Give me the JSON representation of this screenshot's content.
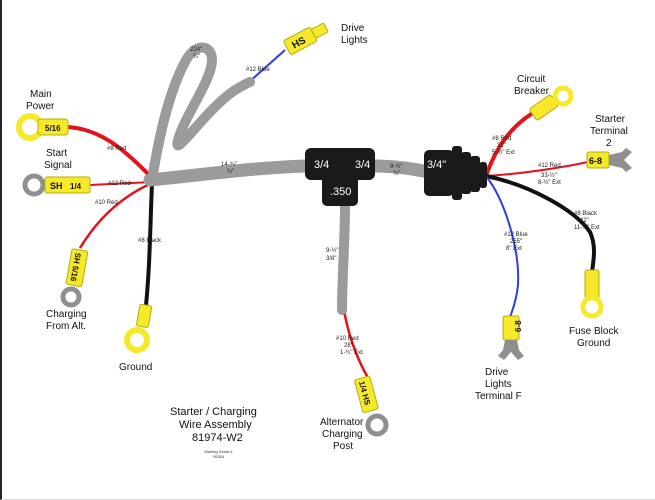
{
  "colors": {
    "sheath": "#9b9b9b",
    "red_wire": "#e3121b",
    "black_wire": "#111111",
    "blue_wire": "#2d3de0",
    "terminal_yellow": "#f5e92a",
    "ring_gray": "#8f8f8f",
    "connector": "#1a1a1a"
  },
  "title": {
    "line1": "Starter / Charging",
    "line2": "Wire Assembly",
    "line3": "81974-W2",
    "serial": "Starting Serial #",
    "serial_no": "06316"
  },
  "labels": {
    "drive_lights_1": "Drive",
    "drive_lights_2": "Lights",
    "main_power_1": "Main",
    "main_power_2": "Power",
    "start_signal_1": "Start",
    "start_signal_2": "Signal",
    "charging_1": "Charging",
    "charging_2": "From Alt.",
    "ground": "Ground",
    "alternator_1": "Alternator",
    "alternator_2": "Charging",
    "alternator_3": "Post",
    "circuit_breaker_1": "Circuit",
    "circuit_breaker_2": "Breaker",
    "starter_terminal_1": "Starter",
    "starter_terminal_2": "Terminal",
    "starter_terminal_3": "2",
    "fuse_block_1": "Fuse Block",
    "fuse_block_2": "Ground",
    "drive_lights_f_1": "Drive",
    "drive_lights_f_2": "Lights",
    "drive_lights_f_3": "Terminal F"
  },
  "tags": {
    "hs": "HS",
    "ring_516": "5/16",
    "ring_14": "1/4",
    "sh": "SH",
    "sh_516": "SH 5/16",
    "hs_14": "1/4 HS",
    "fork_68": "6-8",
    "fork_68b": "6-8",
    "connector_left": "3/4",
    "connector_right": "3/4",
    "connector_bottom": ".350",
    "grommet": "3/4\""
  },
  "wire_specs": {
    "blue12_top": "#12 Blue",
    "len_224": "224\"",
    "len_224_sz": "¼\"",
    "red8_main": "#8 Red",
    "red12_start": "#12 Red",
    "red10_charge": "#10 Red",
    "black8_ground": "#8 Black",
    "sheath_mid_1": "14-¾\"",
    "sheath_mid_2": "¾\"",
    "sheath_right_1": "9-½\"",
    "sheath_right_2": "¾\"",
    "sheath_down_1": "9-½\"",
    "sheath_down_2": "3/8\"",
    "alt_1": "#10 Red",
    "alt_2": "28\"",
    "alt_3": "1-¼\" Ext",
    "cb_1": "#8 Red",
    "cb_2": "31\"",
    "cb_3": "5-½\" Ext",
    "st_1": "#12 Red",
    "st_2": "33-½\"",
    "st_3": "8-½\" Ext",
    "fb_1": "#8 Black",
    "fb_2": "42\"",
    "fb_3": "11-½\" Ext",
    "dlf_1": "#12 Blue",
    "dlf_2": "255\"",
    "dlf_3": "8\" Ext"
  }
}
